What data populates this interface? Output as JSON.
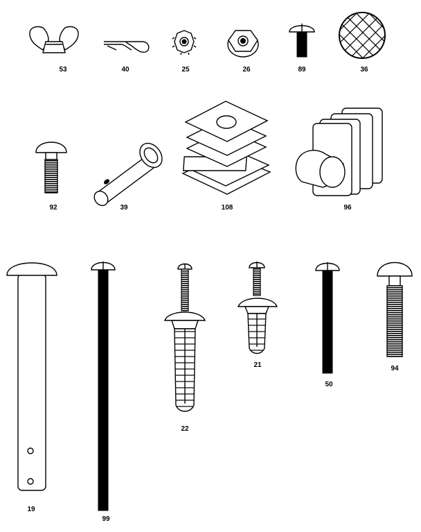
{
  "parts": [
    {
      "id": "wing-nut",
      "label": "53"
    },
    {
      "id": "hairpin-clip",
      "label": "40"
    },
    {
      "id": "lock-nut",
      "label": "25"
    },
    {
      "id": "hex-flange-nut",
      "label": "26"
    },
    {
      "id": "short-screw",
      "label": "89"
    },
    {
      "id": "mesh-disc",
      "label": "36"
    },
    {
      "id": "carriage-bolt-short",
      "label": "92"
    },
    {
      "id": "clevis-pin",
      "label": "39"
    },
    {
      "id": "square-glide",
      "label": "108"
    },
    {
      "id": "tube-clamp",
      "label": "96"
    },
    {
      "id": "long-pin",
      "label": "19"
    },
    {
      "id": "long-machine-screw",
      "label": "99"
    },
    {
      "id": "anchor-large",
      "label": "22"
    },
    {
      "id": "anchor-small",
      "label": "21"
    },
    {
      "id": "machine-screw-medium",
      "label": "50"
    },
    {
      "id": "carriage-bolt-long",
      "label": "94"
    }
  ]
}
